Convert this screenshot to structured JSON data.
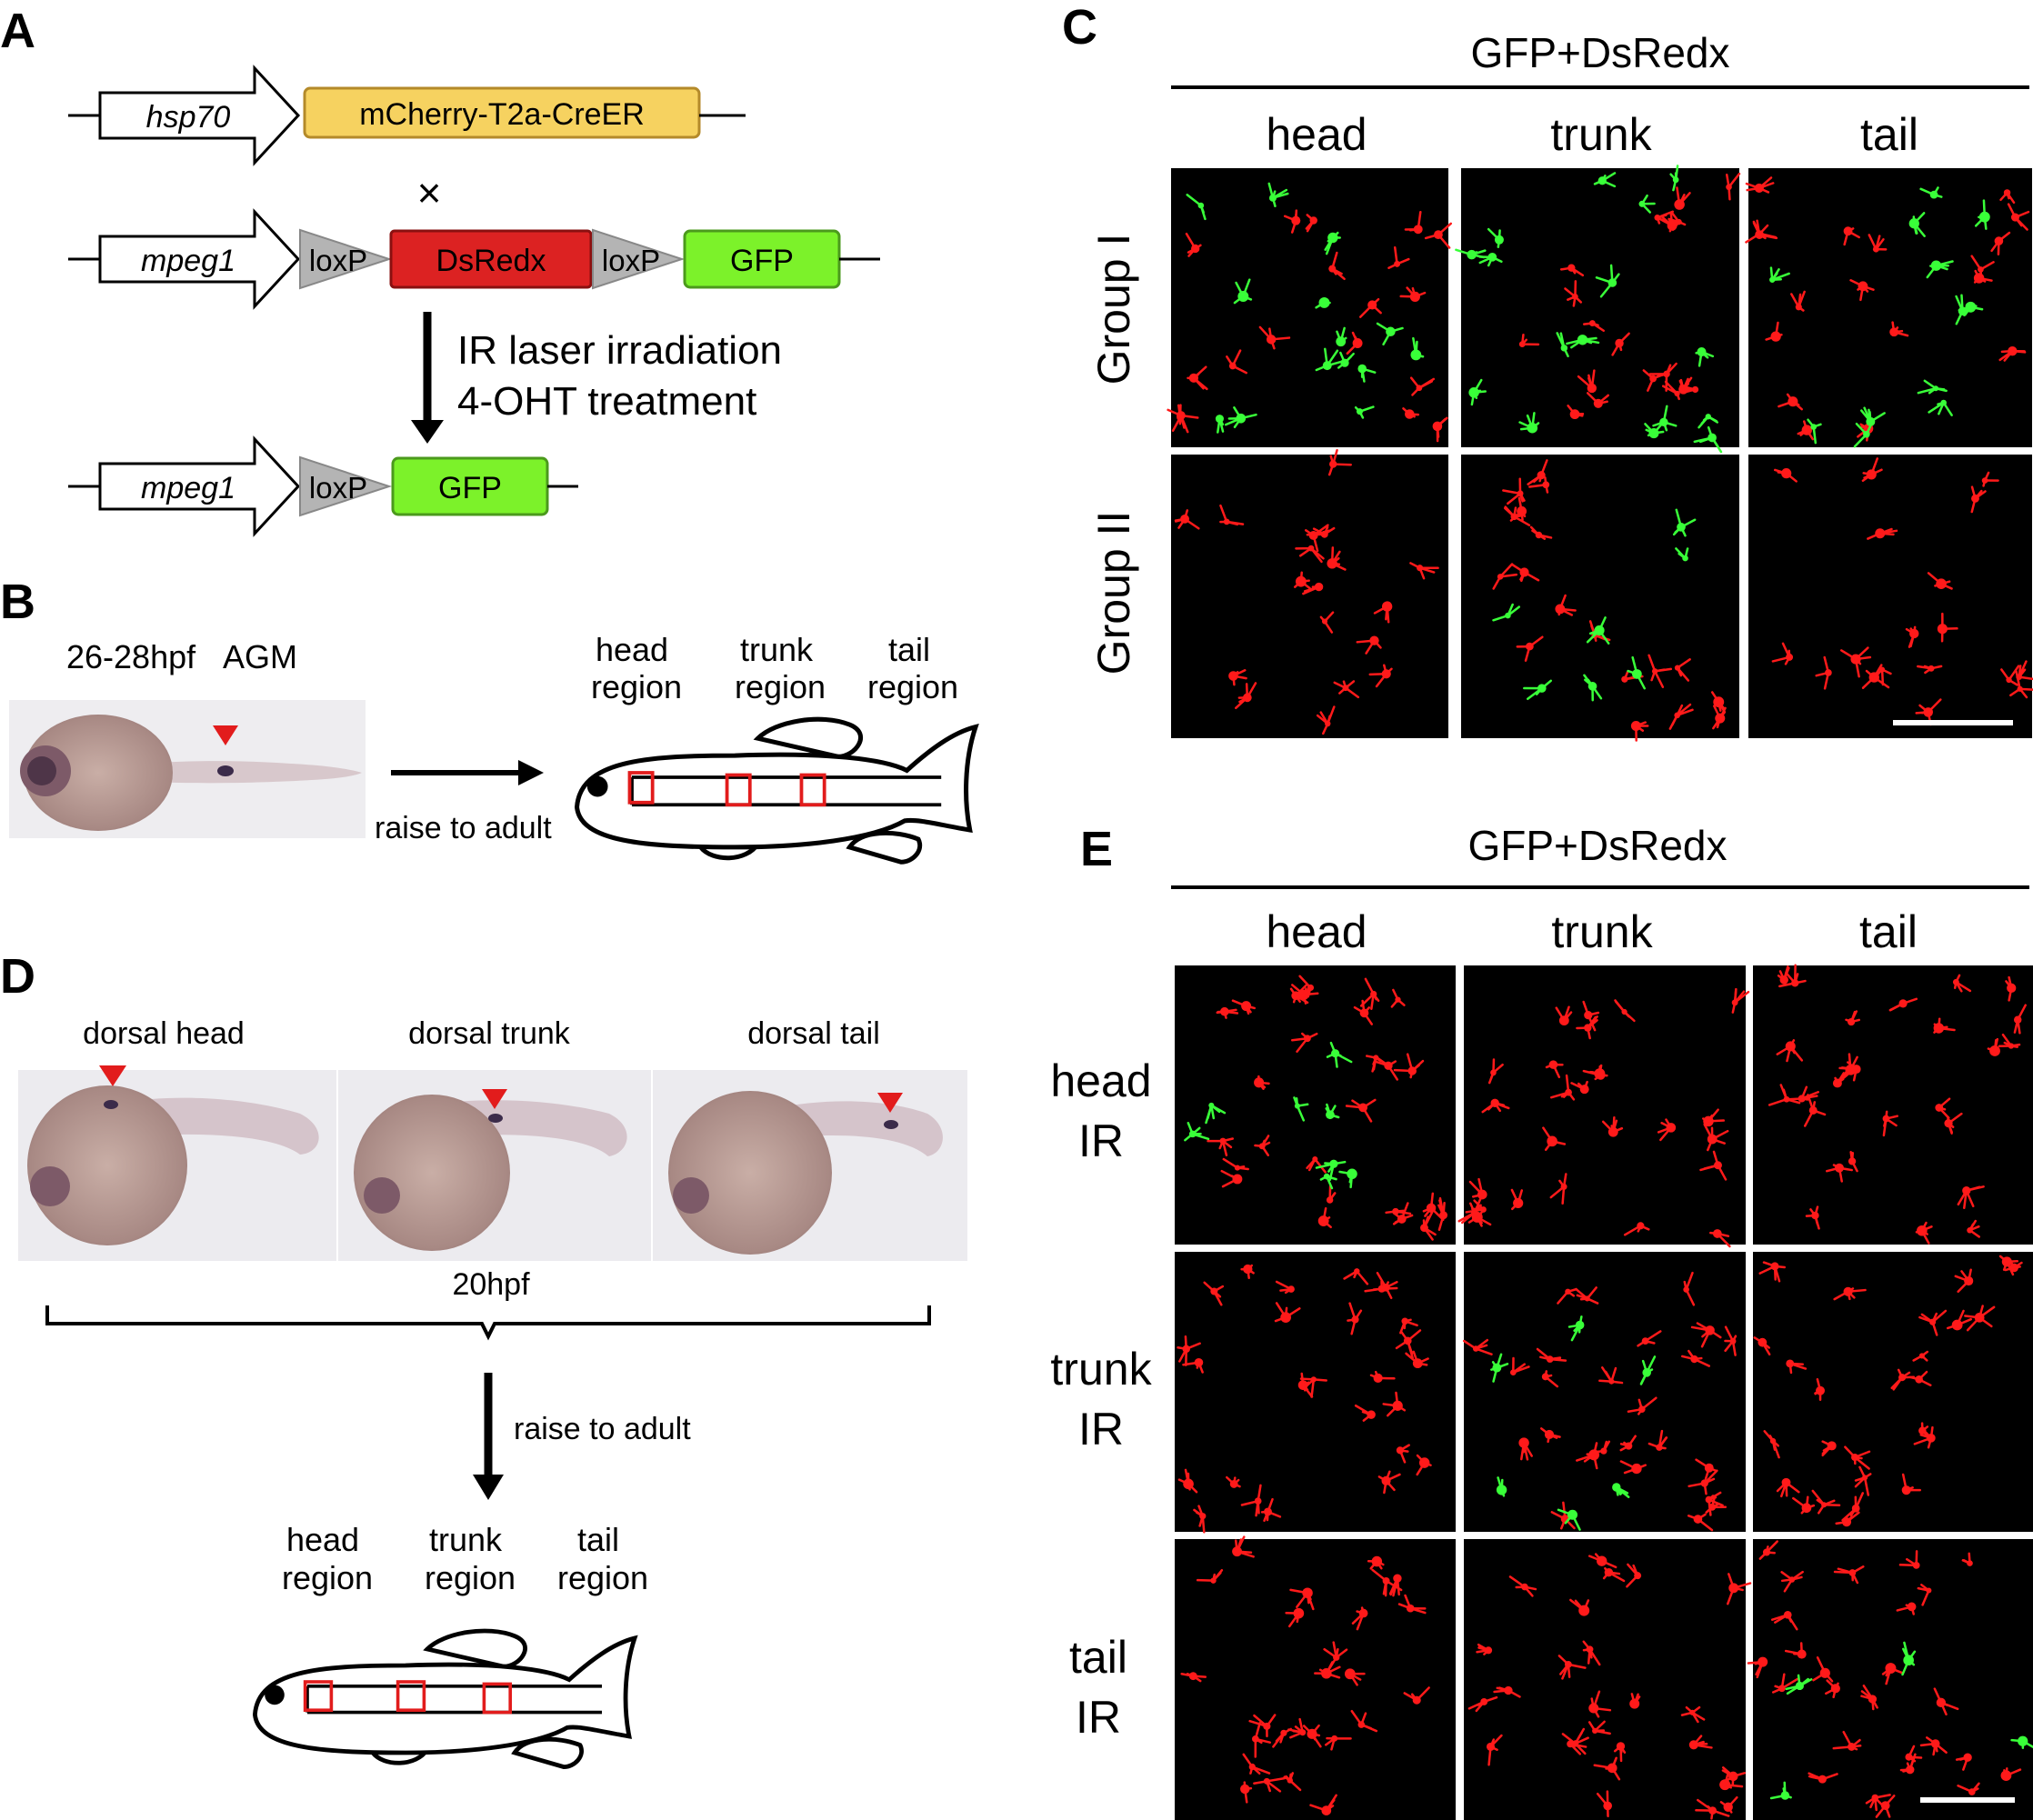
{
  "panel_letters": {
    "a": "A",
    "b": "B",
    "c": "C",
    "d": "D",
    "e": "E"
  },
  "panel_a": {
    "hsp70": "hsp70",
    "mcherry": "mCherry-T2a-CreER",
    "cross": "×",
    "mpeg1": "mpeg1",
    "loxp": "loxP",
    "dsredx": "DsRedx",
    "gfp": "GFP",
    "treatment_line1": "IR laser irradiation",
    "treatment_line2": "4-OHT treatment"
  },
  "panel_b": {
    "stage": "26-28hpf",
    "agm": "AGM",
    "raise": "raise to adult",
    "head_1": "head",
    "head_2": "region",
    "trunk_1": "trunk",
    "trunk_2": "region",
    "tail_1": "tail",
    "tail_2": "region"
  },
  "panel_c": {
    "title": "GFP+DsRedx",
    "cols": [
      "head",
      "trunk",
      "tail"
    ],
    "rows": [
      "Group I",
      "Group II"
    ]
  },
  "panel_d": {
    "labels": [
      "dorsal head",
      "dorsal trunk",
      "dorsal tail"
    ],
    "stage": "20hpf",
    "raise": "raise to adult",
    "head_1": "head",
    "head_2": "region",
    "trunk_1": "trunk",
    "trunk_2": "region",
    "tail_1": "tail",
    "tail_2": "region"
  },
  "panel_e": {
    "title": "GFP+DsRedx",
    "cols": [
      "head",
      "trunk",
      "tail"
    ],
    "rows": [
      [
        "head",
        "IR"
      ],
      [
        "trunk",
        "IR"
      ],
      [
        "tail",
        "IR"
      ]
    ]
  },
  "colors": {
    "yellow_box": "#f6d260",
    "red_box": "#dc2222",
    "green_box": "#7cf22a",
    "loxp_gray": "#b4b4b4",
    "marker_red": "#e21c1c",
    "cell_red": "#ff1a1a",
    "cell_green": "#39ff39"
  }
}
